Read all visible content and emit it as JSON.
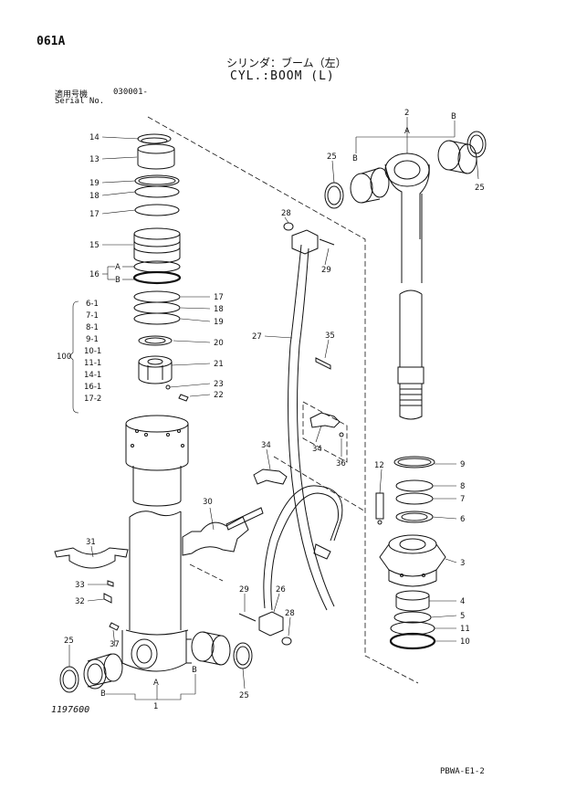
{
  "header": {
    "page_code": "061A",
    "title_jp": "シリンダ：ブーム（左）",
    "title_en": "CYL.:BOOM (L)",
    "serial_label_jp": "適用号機",
    "serial_number": "030001-",
    "serial_label_en": "Serial No."
  },
  "footer": {
    "drawing_number": "1197600",
    "page_ref": "PBWA-E1-2"
  },
  "callouts": {
    "c14": "14",
    "c13": "13",
    "c19a": "19",
    "c18a": "18",
    "c17a": "17",
    "c15": "15",
    "c16": "16",
    "cA1": "A",
    "cB1": "B",
    "c17b": "17",
    "c18b": "18",
    "c19b": "19",
    "c20": "20",
    "c21": "21",
    "c23": "23",
    "c22": "22",
    "c100": "100",
    "k6": "6-1",
    "k7": "7-1",
    "k8": "8-1",
    "k9": "9-1",
    "k10": "10-1",
    "k11": "11-1",
    "k14": "14-1",
    "k16": "16-1",
    "k17": "17-2",
    "c2": "2",
    "cA2": "A",
    "cB2": "B",
    "cB3": "B",
    "c25a": "25",
    "c25b": "25",
    "c28a": "28",
    "c29a": "29",
    "c27": "27",
    "c35": "35",
    "c34a": "34",
    "c36": "36",
    "c34b": "34",
    "c30": "30",
    "c31": "31",
    "c33": "33",
    "c32": "32",
    "c12": "12",
    "c9": "9",
    "c8": "8",
    "c7": "7",
    "c6": "6",
    "c3": "3",
    "c4": "4",
    "c5": "5",
    "c11": "11",
    "c10": "10",
    "c29b": "29",
    "c26": "26",
    "c28b": "28",
    "c25c": "25",
    "c37": "37",
    "cA3": "A",
    "cB4": "B",
    "cB5": "B",
    "c1": "1",
    "c25d": "25"
  }
}
